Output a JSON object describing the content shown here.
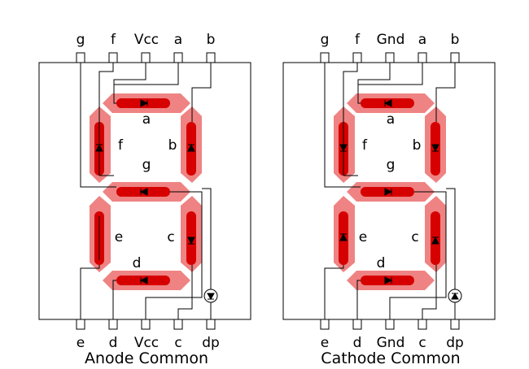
{
  "displays": [
    {
      "title": "Anode Common",
      "top_pins": [
        "g",
        "f",
        "Vcc",
        "a",
        "b"
      ],
      "bottom_pins": [
        "e",
        "d",
        "Vcc",
        "c",
        "dp"
      ],
      "segment_labels": {
        "a": "a",
        "b": "b",
        "c": "c",
        "d": "d",
        "e": "e",
        "f": "f",
        "g": "g"
      },
      "diode_direction": "anode-common"
    },
    {
      "title": "Cathode Common",
      "top_pins": [
        "g",
        "f",
        "Gnd",
        "a",
        "b"
      ],
      "bottom_pins": [
        "e",
        "d",
        "Gnd",
        "c",
        "dp"
      ],
      "segment_labels": {
        "a": "a",
        "b": "b",
        "c": "c",
        "d": "d",
        "e": "e",
        "f": "f",
        "g": "g"
      },
      "diode_direction": "cathode-common"
    }
  ],
  "colors": {
    "segment_outer": "#ef8383",
    "segment_inner": "#d60000",
    "line": "#000000"
  }
}
